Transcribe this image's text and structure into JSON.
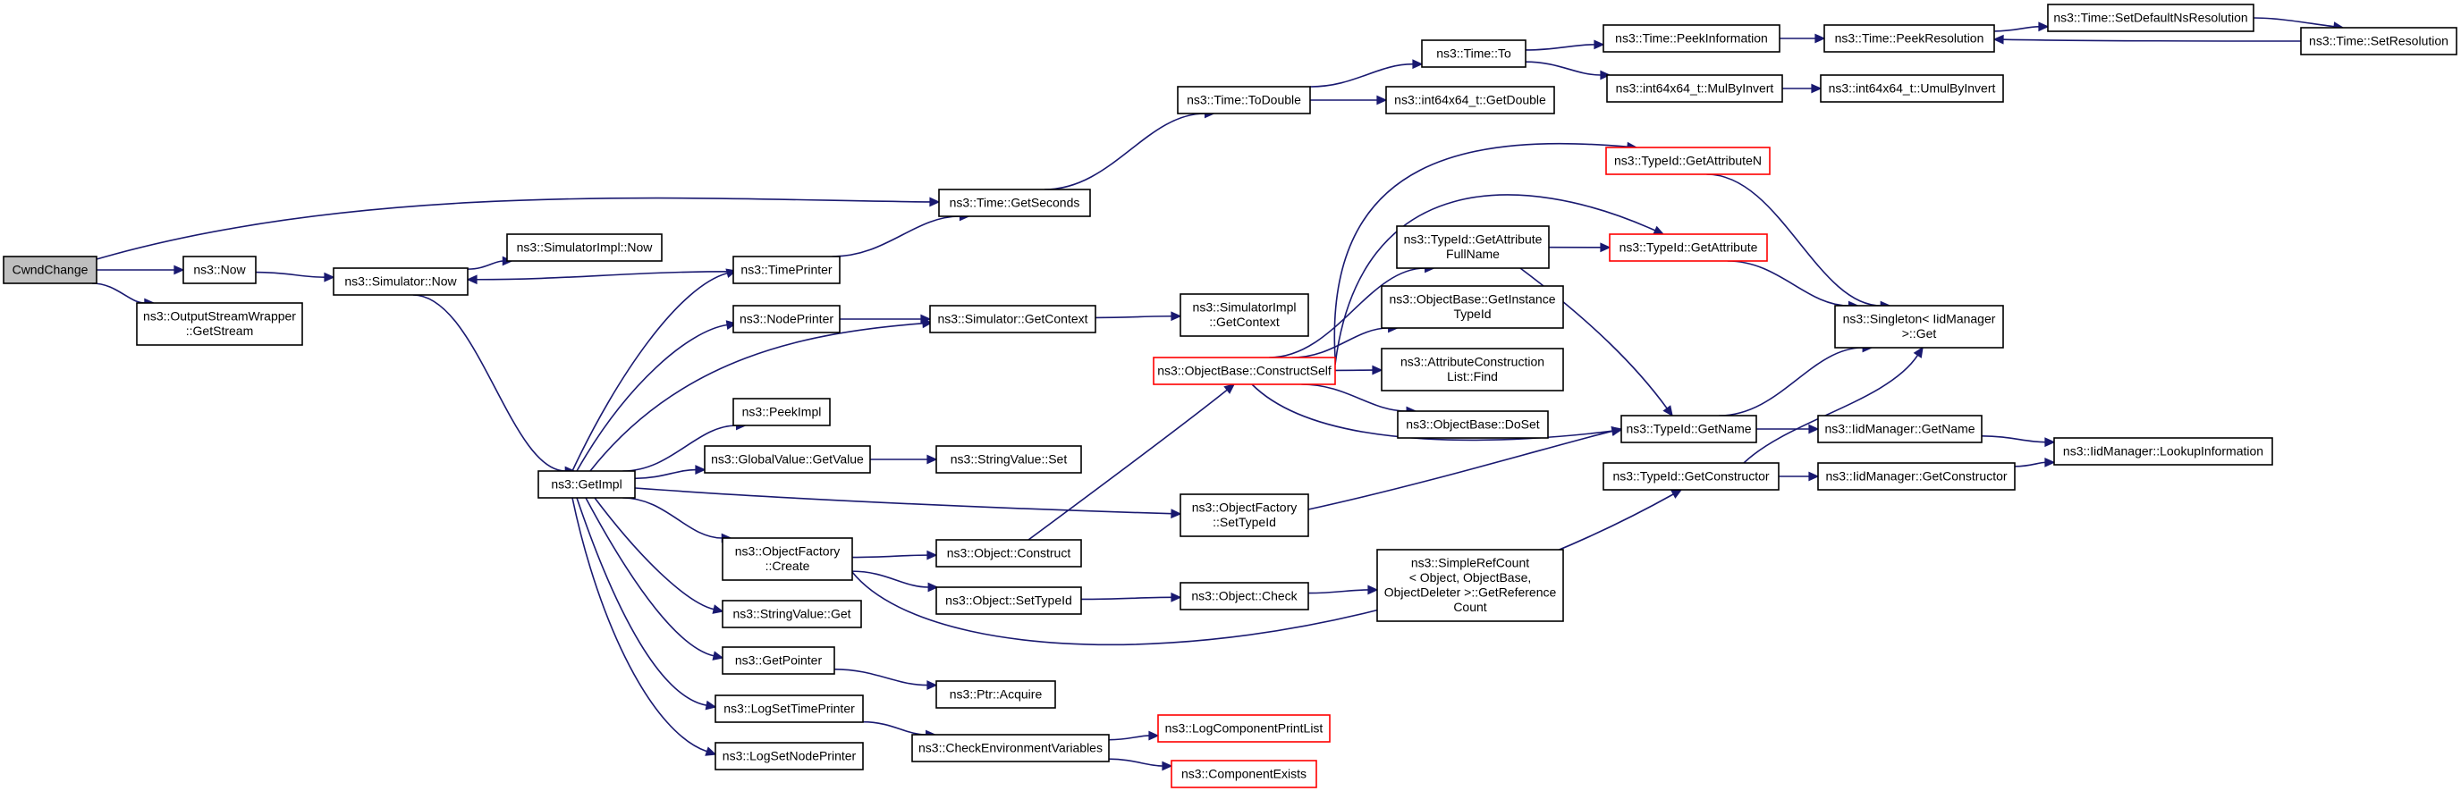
{
  "colors": {
    "edge": "#191970",
    "root_fill": "#bfbfbf",
    "truncated_border": "#ff0000",
    "node_border": "#000000"
  },
  "nodes": {
    "cwnd": {
      "lines": [
        "CwndChange"
      ],
      "root": true
    },
    "now": {
      "lines": [
        "ns3::Now"
      ]
    },
    "ostream": {
      "lines": [
        "ns3::OutputStreamWrapper",
        "::GetStream"
      ]
    },
    "simnow": {
      "lines": [
        "ns3::Simulator::Now"
      ]
    },
    "implnow": {
      "lines": [
        "ns3::SimulatorImpl::Now"
      ]
    },
    "getimpl": {
      "lines": [
        "ns3::GetImpl"
      ]
    },
    "timeprinter": {
      "lines": [
        "ns3::TimePrinter"
      ]
    },
    "nodeprinter": {
      "lines": [
        "ns3::NodePrinter"
      ]
    },
    "peekimpl": {
      "lines": [
        "ns3::PeekImpl"
      ]
    },
    "gvgetvalue": {
      "lines": [
        "ns3::GlobalValue::GetValue"
      ]
    },
    "ofcreate": {
      "lines": [
        "ns3::ObjectFactory",
        "::Create"
      ]
    },
    "svget": {
      "lines": [
        "ns3::StringValue::Get"
      ]
    },
    "getpointer": {
      "lines": [
        "ns3::GetPointer"
      ]
    },
    "logsettime": {
      "lines": [
        "ns3::LogSetTimePrinter"
      ]
    },
    "logsetnode": {
      "lines": [
        "ns3::LogSetNodePrinter"
      ]
    },
    "getseconds": {
      "lines": [
        "ns3::Time::GetSeconds"
      ]
    },
    "getcontext": {
      "lines": [
        "ns3::Simulator::GetContext"
      ]
    },
    "svset": {
      "lines": [
        "ns3::StringValue::Set"
      ]
    },
    "objconstruct": {
      "lines": [
        "ns3::Object::Construct"
      ]
    },
    "objsettypeid": {
      "lines": [
        "ns3::Object::SetTypeId"
      ]
    },
    "ptracquire": {
      "lines": [
        "ns3::Ptr::Acquire"
      ]
    },
    "checkenv": {
      "lines": [
        "ns3::CheckEnvironmentVariables"
      ]
    },
    "todouble": {
      "lines": [
        "ns3::Time::ToDouble"
      ]
    },
    "implctx": {
      "lines": [
        "ns3::SimulatorImpl",
        "::GetContext"
      ]
    },
    "constructself": {
      "lines": [
        "ns3::ObjectBase::ConstructSelf"
      ],
      "truncated": true
    },
    "ofsettypeid": {
      "lines": [
        "ns3::ObjectFactory",
        "::SetTypeId"
      ]
    },
    "objcheck": {
      "lines": [
        "ns3::Object::Check"
      ]
    },
    "logprintlist": {
      "lines": [
        "ns3::LogComponentPrintList"
      ],
      "truncated": true
    },
    "compexists": {
      "lines": [
        "ns3::ComponentExists"
      ],
      "truncated": true
    },
    "timeto": {
      "lines": [
        "ns3::Time::To"
      ]
    },
    "i64getdouble": {
      "lines": [
        "ns3::int64x64_t::GetDouble"
      ]
    },
    "getattrfull": {
      "lines": [
        "ns3::TypeId::GetAttribute",
        "FullName"
      ]
    },
    "getinsttypeid": {
      "lines": [
        "ns3::ObjectBase::GetInstance",
        "TypeId"
      ]
    },
    "acfind": {
      "lines": [
        "ns3::AttributeConstruction",
        "List::Find"
      ]
    },
    "doset": {
      "lines": [
        "ns3::ObjectBase::DoSet"
      ]
    },
    "simplerefcount": {
      "lines": [
        "ns3::SimpleRefCount",
        "< Object, ObjectBase,",
        "ObjectDeleter >::GetReference",
        "Count"
      ]
    },
    "peekinfo": {
      "lines": [
        "ns3::Time::PeekInformation"
      ]
    },
    "mulbyinvert": {
      "lines": [
        "ns3::int64x64_t::MulByInvert"
      ]
    },
    "getattrn": {
      "lines": [
        "ns3::TypeId::GetAttributeN"
      ],
      "truncated": true
    },
    "getattr": {
      "lines": [
        "ns3::TypeId::GetAttribute"
      ],
      "truncated": true
    },
    "getname": {
      "lines": [
        "ns3::TypeId::GetName"
      ]
    },
    "getconstructor": {
      "lines": [
        "ns3::TypeId::GetConstructor"
      ]
    },
    "peekres": {
      "lines": [
        "ns3::Time::PeekResolution"
      ]
    },
    "umulbyinvert": {
      "lines": [
        "ns3::int64x64_t::UmulByInvert"
      ]
    },
    "singleton": {
      "lines": [
        "ns3::Singleton< IidManager",
        ">::Get"
      ]
    },
    "iidgetname": {
      "lines": [
        "ns3::IidManager::GetName"
      ]
    },
    "iidgetctor": {
      "lines": [
        "ns3::IidManager::GetConstructor"
      ]
    },
    "setdefaultres": {
      "lines": [
        "ns3::Time::SetDefaultNsResolution"
      ]
    },
    "lookupinfo": {
      "lines": [
        "ns3::IidManager::LookupInformation"
      ]
    },
    "setres": {
      "lines": [
        "ns3::Time::SetResolution"
      ]
    }
  },
  "edges": [
    [
      "cwnd",
      "getseconds"
    ],
    [
      "cwnd",
      "now"
    ],
    [
      "cwnd",
      "ostream"
    ],
    [
      "now",
      "simnow"
    ],
    [
      "simnow",
      "implnow"
    ],
    [
      "simnow",
      "getimpl"
    ],
    [
      "timeprinter",
      "simnow"
    ],
    [
      "timeprinter",
      "getseconds"
    ],
    [
      "getseconds",
      "todouble"
    ],
    [
      "todouble",
      "timeto"
    ],
    [
      "todouble",
      "i64getdouble"
    ],
    [
      "timeto",
      "peekinfo"
    ],
    [
      "timeto",
      "mulbyinvert"
    ],
    [
      "peekinfo",
      "peekres"
    ],
    [
      "mulbyinvert",
      "umulbyinvert"
    ],
    [
      "peekres",
      "setdefaultres"
    ],
    [
      "setdefaultres",
      "setres"
    ],
    [
      "setres",
      "peekres"
    ],
    [
      "getimpl",
      "timeprinter"
    ],
    [
      "getimpl",
      "nodeprinter"
    ],
    [
      "getimpl",
      "getcontext"
    ],
    [
      "getimpl",
      "peekimpl"
    ],
    [
      "getimpl",
      "gvgetvalue"
    ],
    [
      "getimpl",
      "ofsettypeid"
    ],
    [
      "getimpl",
      "ofcreate"
    ],
    [
      "getimpl",
      "svget"
    ],
    [
      "getimpl",
      "getpointer"
    ],
    [
      "getimpl",
      "logsettime"
    ],
    [
      "getimpl",
      "logsetnode"
    ],
    [
      "nodeprinter",
      "getcontext"
    ],
    [
      "getcontext",
      "implctx"
    ],
    [
      "gvgetvalue",
      "svset"
    ],
    [
      "ofcreate",
      "objconstruct"
    ],
    [
      "ofcreate",
      "objsettypeid"
    ],
    [
      "ofcreate",
      "getconstructor"
    ],
    [
      "objconstruct",
      "constructself"
    ],
    [
      "objsettypeid",
      "objcheck"
    ],
    [
      "objcheck",
      "simplerefcount"
    ],
    [
      "getpointer",
      "ptracquire"
    ],
    [
      "logsettime",
      "checkenv"
    ],
    [
      "checkenv",
      "logprintlist"
    ],
    [
      "checkenv",
      "compexists"
    ],
    [
      "ofsettypeid",
      "getname"
    ],
    [
      "constructself",
      "getattrn"
    ],
    [
      "constructself",
      "getattr"
    ],
    [
      "constructself",
      "getattrfull"
    ],
    [
      "constructself",
      "getinsttypeid"
    ],
    [
      "constructself",
      "acfind"
    ],
    [
      "constructself",
      "doset"
    ],
    [
      "constructself",
      "getname"
    ],
    [
      "getattrfull",
      "getattr"
    ],
    [
      "getattrfull",
      "getname"
    ],
    [
      "getattrn",
      "singleton"
    ],
    [
      "getattr",
      "singleton"
    ],
    [
      "getname",
      "singleton"
    ],
    [
      "getname",
      "iidgetname"
    ],
    [
      "getconstructor",
      "singleton"
    ],
    [
      "getconstructor",
      "iidgetctor"
    ],
    [
      "iidgetname",
      "lookupinfo"
    ],
    [
      "iidgetctor",
      "lookupinfo"
    ]
  ]
}
